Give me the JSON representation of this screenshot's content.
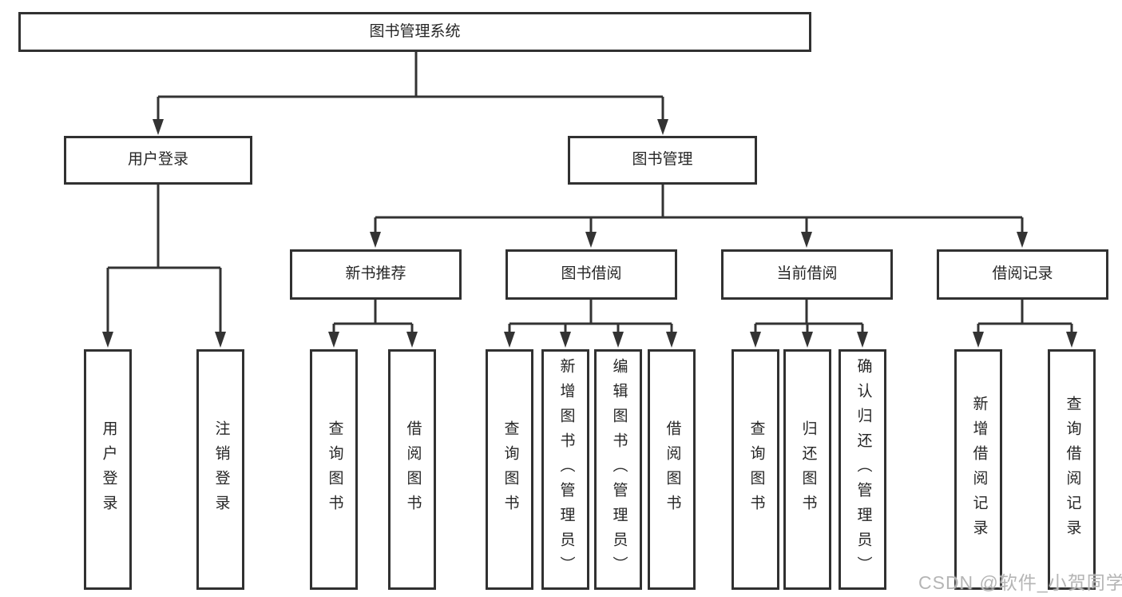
{
  "diagram": {
    "root": "图书管理系统",
    "user_branch": {
      "label": "用户登录",
      "children": [
        "用户登录",
        "注销登录"
      ]
    },
    "mgmt_branch": {
      "label": "图书管理",
      "groups": [
        {
          "label": "新书推荐",
          "children": [
            "查询图书",
            "借阅图书"
          ]
        },
        {
          "label": "图书借阅",
          "children": [
            "查询图书",
            "新增图书（管理员）",
            "编辑图书（管理员）",
            "借阅图书"
          ]
        },
        {
          "label": "当前借阅",
          "children": [
            "查询图书",
            "归还图书",
            "确认归还（管理员）"
          ]
        },
        {
          "label": "借阅记录",
          "children": [
            "新增借阅记录",
            "查询借阅记录"
          ]
        }
      ]
    }
  },
  "watermark": {
    "text": "CSDN @软件_小贺同学"
  },
  "colors": {
    "line": "#333333",
    "box_border": "#313131",
    "text": "#262626",
    "watermark": "#b5b5b5",
    "background": "#ffffff"
  }
}
